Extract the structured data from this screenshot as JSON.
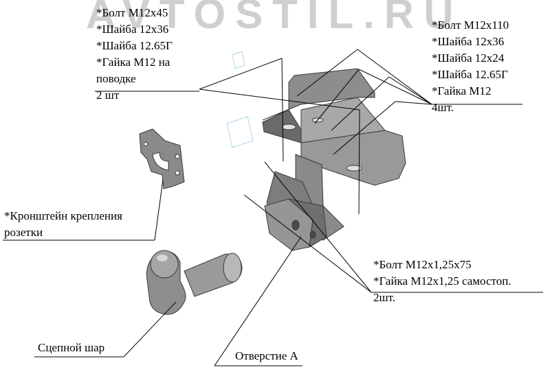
{
  "watermark": "AVTOSTIL.RU",
  "callouts": {
    "top_left": {
      "lines": [
        "*Болт М12х45",
        "*Шайба 12х36",
        "*Шайба 12.65Г",
        "*Гайка М12  на",
        "поводке",
        "2 шт"
      ]
    },
    "top_right": {
      "lines": [
        "*Болт М12х110",
        "*Шайба 12х36",
        "*Шайба 12х24",
        "*Шайба 12.65Г",
        "*Гайка М12",
        "4шт."
      ]
    },
    "bracket": {
      "lines": [
        "*Кронштейн крепления",
        "розетки"
      ]
    },
    "bottom_right": {
      "lines": [
        "*Болт М12х1,25х75",
        "*Гайка М12х1,25 самостоп.",
        "2шт."
      ]
    },
    "ball": {
      "lines": [
        "Сцепной шар"
      ]
    },
    "hole": {
      "lines": [
        "Отверстие А"
      ]
    }
  },
  "colors": {
    "part_fill": "#8d8d8d",
    "part_dark": "#5f5f5f",
    "part_light": "#b5b5b5",
    "line": "#000000",
    "watermark": "#cfcfcf"
  }
}
